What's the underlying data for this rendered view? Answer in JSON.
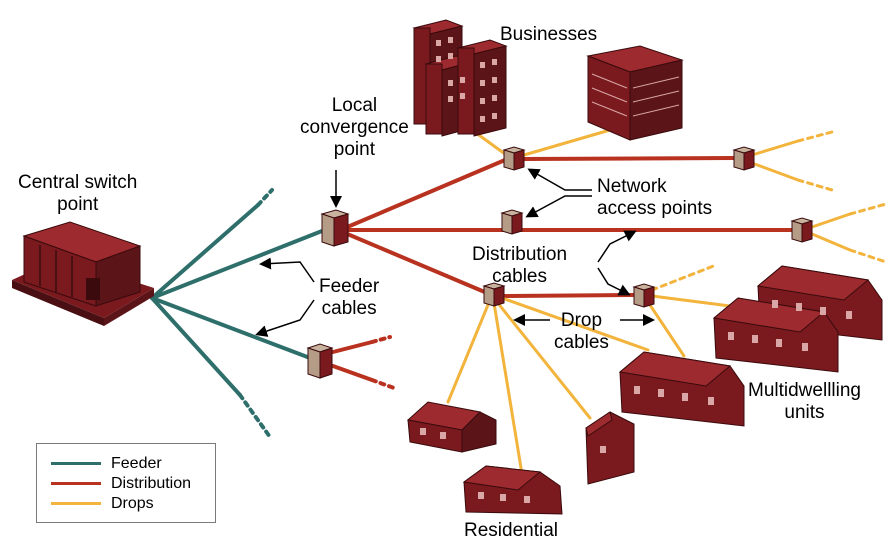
{
  "labels": {
    "businesses": "Businesses",
    "local_convergence": [
      "Local",
      "convergence",
      "point"
    ],
    "central_switch": [
      "Central switch",
      "point"
    ],
    "network_access": [
      "Network",
      "access points"
    ],
    "feeder_cables": [
      "Feeder",
      "cables"
    ],
    "distribution_cables": [
      "Distribution",
      "cables"
    ],
    "drop_cables": [
      "Drop",
      "cables"
    ],
    "multidwelling": [
      "Multidwellling",
      "units"
    ],
    "residential": "Residential"
  },
  "legend": [
    {
      "label": "Feeder",
      "color": "#2e6f6b"
    },
    {
      "label": "Distribution",
      "color": "#b8321f"
    },
    {
      "label": "Drops",
      "color": "#f2b43c"
    }
  ],
  "colors": {
    "building_face": "#7a1a1f",
    "building_dark": "#4a0f12",
    "building_top": "#9c2a2e",
    "window": "#d9a7a5",
    "node_light": "#b59c86",
    "node_dark": "#7a1a1f"
  }
}
